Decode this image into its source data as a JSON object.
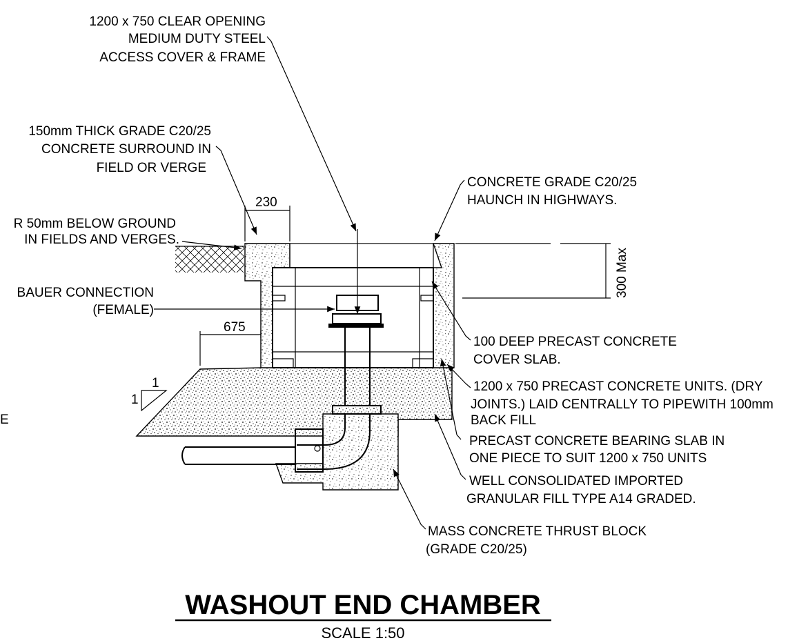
{
  "drawing": {
    "title": "WASHOUT END CHAMBER",
    "scale": "SCALE 1:50",
    "labels": {
      "cover_1": "1200 x 750 CLEAR OPENING",
      "cover_2": "MEDIUM DUTY STEEL",
      "cover_3": "ACCESS COVER & FRAME",
      "surround_1": "150mm THICK GRADE C20/25",
      "surround_2": "CONCRETE SURROUND IN",
      "surround_3": "FIELD OR VERGE",
      "ground_1": "R 50mm BELOW GROUND",
      "ground_2": "IN FIELDS AND VERGES.",
      "bauer_1": "BAUER CONNECTION",
      "bauer_2": "(FEMALE)",
      "haunch_1": "CONCRETE GRADE C20/25",
      "haunch_2": "HAUNCH IN HIGHWAYS.",
      "slab_1": "100 DEEP PRECAST CONCRETE",
      "slab_2": "COVER SLAB.",
      "units_1": "1200 x 750 PRECAST CONCRETE UNITS. (DRY",
      "units_2": "JOINTS.) LAID CENTRALLY TO PIPEWITH 100mm",
      "units_3": "BACK FILL",
      "bearing_1": "PRECAST CONCRETE BEARING SLAB IN",
      "bearing_2": "ONE PIECE TO SUIT 1200 x 750 UNITS",
      "fill_1": "WELL CONSOLIDATED IMPORTED",
      "fill_2": "GRANULAR FILL TYPE A14 GRADED.",
      "thrust_1": "MASS CONCRETE THRUST BLOCK",
      "thrust_2": "(GRADE C20/25)",
      "edge_letter": "E"
    },
    "dimensions": {
      "surround_width": "230",
      "offset": "675",
      "depth_max": "300 Max",
      "slope_v": "1",
      "slope_h": "1"
    }
  }
}
